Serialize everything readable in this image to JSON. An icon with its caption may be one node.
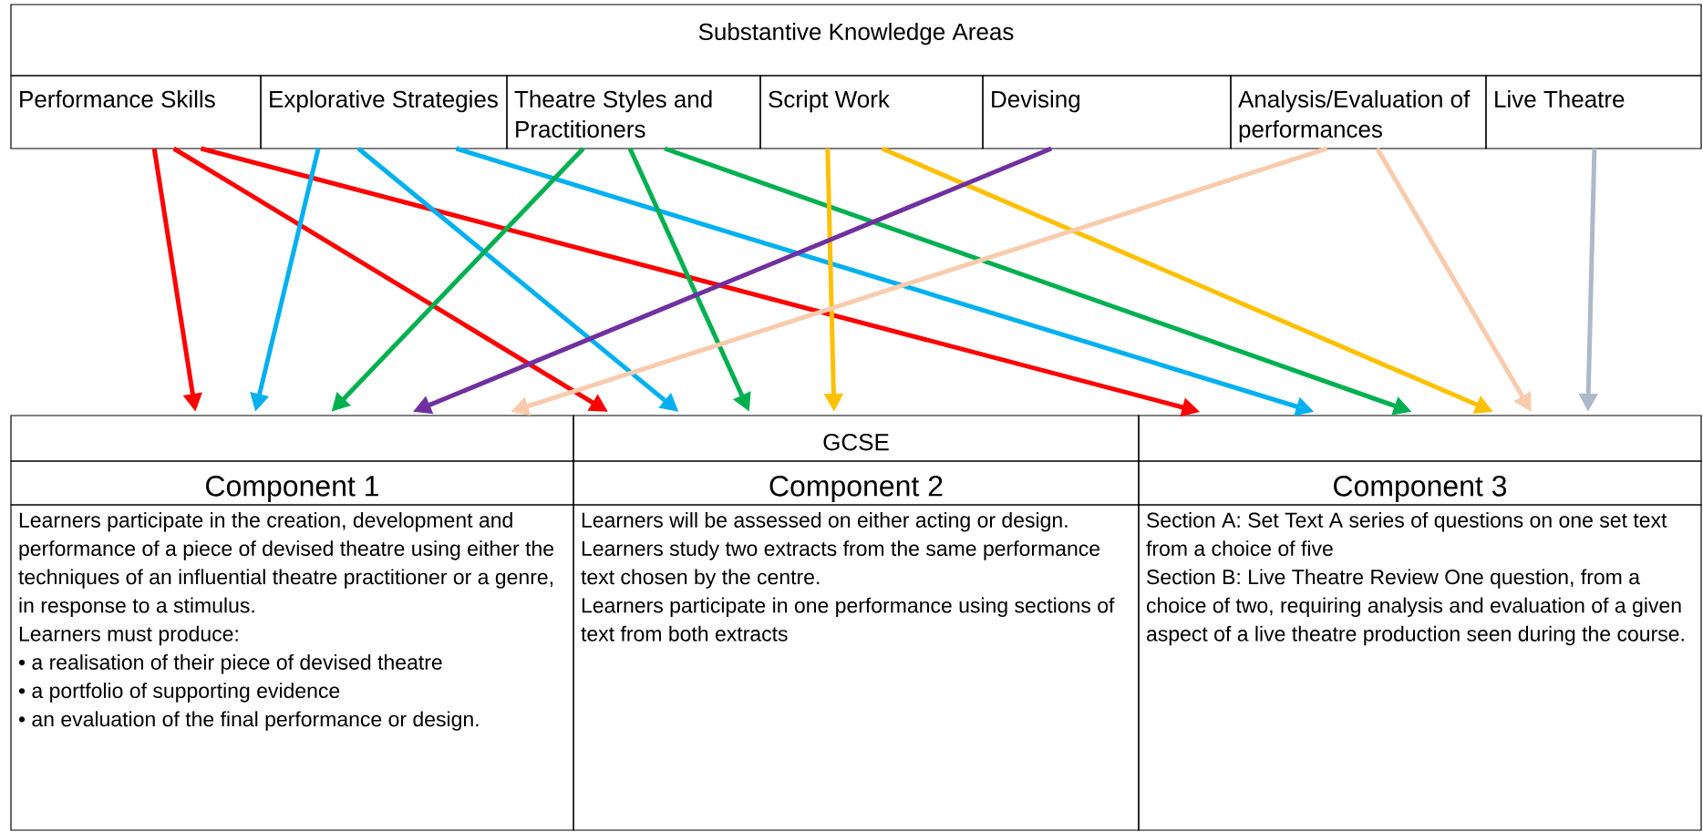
{
  "diagram": {
    "nodes": [
      {
        "text": [
          "Substantive Knowledge Areas"
        ]
      },
      {
        "text": [
          "Performance Skills"
        ]
      },
      {
        "text": [
          "Explorative Strategies"
        ]
      },
      {
        "text": [
          "Theatre Styles and Practitioners"
        ]
      },
      {
        "text": [
          "Script Work"
        ]
      },
      {
        "text": [
          "Devising"
        ]
      },
      {
        "text": [
          "Analysis/Evaluation of performances"
        ]
      },
      {
        "text": [
          "Live Theatre"
        ]
      },
      {
        "text": [],
        "shape": "box"
      },
      {
        "text": [
          "GCSE"
        ]
      },
      {
        "text": [],
        "shape": "box"
      },
      {
        "text": [
          "Component 1"
        ]
      },
      {
        "text": [
          "Component 2"
        ]
      },
      {
        "text": [
          "Component 3"
        ]
      },
      {
        "text": [
          "Learners participate in the creation, development and performance of a piece of devised theatre using either the techniques of an influential theatre practitioner or a genre, in response to a stimulus.",
          "Learners must produce:",
          "• a realisation of their piece of devised theatre",
          "• a portfolio of supporting evidence",
          "• an evaluation of the final performance or design."
        ]
      },
      {
        "text": [
          "Learners will be assessed on either acting or design.",
          "Learners study two extracts from the same performance text chosen by the centre.",
          "Learners participate in one performance using sections of text from both extracts"
        ]
      },
      {
        "text": [
          "Section A: Set Text A series of questions on one set text from a choice of five",
          "Section B: Live Theatre Review One question, from a choice of two, requiring analysis and evaluation of a given aspect of a live theatre production seen during the course."
        ]
      }
    ],
    "edges": [
      {
        "from": 1,
        "to": 8,
        "arrow": "to",
        "color": "#ff0000"
      },
      {
        "from": 1,
        "to": 9,
        "arrow": "to",
        "color": "#ff0000"
      },
      {
        "from": 1,
        "to": 10,
        "arrow": "to",
        "color": "#ff0000"
      },
      {
        "from": 2,
        "to": 8,
        "arrow": "to",
        "color": "#00b0f0"
      },
      {
        "from": 2,
        "to": 9,
        "arrow": "to",
        "color": "#00b0f0"
      },
      {
        "from": 2,
        "to": 10,
        "arrow": "to",
        "color": "#00b0f0"
      },
      {
        "from": 3,
        "to": 8,
        "arrow": "to",
        "color": "#00b050"
      },
      {
        "from": 3,
        "to": 9,
        "arrow": "to",
        "color": "#00b050"
      },
      {
        "from": 3,
        "to": 10,
        "arrow": "to",
        "color": "#00b050"
      },
      {
        "from": 4,
        "to": 9,
        "arrow": "to",
        "color": "#ffc000"
      },
      {
        "from": 4,
        "to": 10,
        "arrow": "to",
        "color": "#ffc000"
      },
      {
        "from": 5,
        "to": 8,
        "arrow": "to",
        "color": "#7030a0"
      },
      {
        "from": 6,
        "to": 8,
        "arrow": "to",
        "color": "#f8cbad"
      },
      {
        "from": 6,
        "to": 10,
        "arrow": "to",
        "color": "#f8cbad"
      },
      {
        "from": 7,
        "to": 10,
        "arrow": "to",
        "color": "#adb9ca"
      }
    ]
  }
}
